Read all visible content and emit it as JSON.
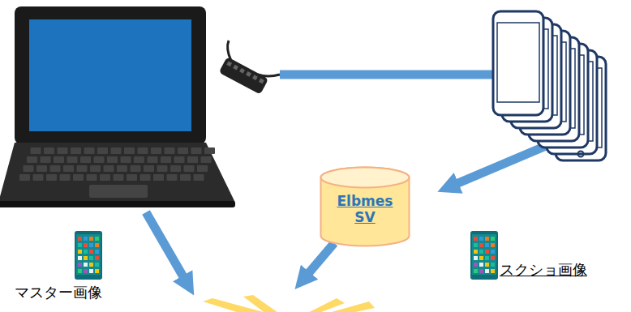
{
  "diagram": {
    "nodes": [
      {
        "text": [
          "Elbmes SV"
        ]
      }
    ],
    "labels": [
      "マスター画像",
      "スクショ画像"
    ]
  }
}
